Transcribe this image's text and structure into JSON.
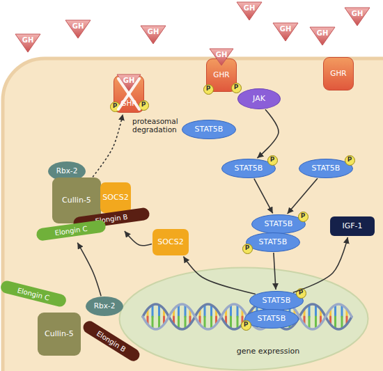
{
  "diagram": {
    "nodes": [
      {
        "text": [
          "GH"
        ]
      },
      {
        "text": [
          "GH"
        ]
      },
      {
        "text": [
          "GH"
        ]
      },
      {
        "text": [
          "GH"
        ]
      },
      {
        "text": [
          "GH"
        ]
      },
      {
        "text": [
          "GH"
        ]
      },
      {
        "text": [
          "GH"
        ]
      },
      {
        "text": [
          "GHR"
        ]
      },
      {
        "text": [
          "GH"
        ]
      },
      {
        "text": [
          "P"
        ]
      },
      {
        "text": [
          "P"
        ]
      },
      {
        "text": [
          "GHR"
        ]
      },
      {
        "text": [
          "GH"
        ]
      },
      {
        "text": [
          "P"
        ]
      },
      {
        "text": [
          "P"
        ]
      },
      {
        "text": [
          "GHR"
        ]
      },
      {
        "text": [
          "JAK"
        ]
      },
      {
        "text": [
          "STAT5B"
        ]
      },
      {
        "text": [
          "STAT5B"
        ]
      },
      {
        "text": [
          "P"
        ]
      },
      {
        "text": [
          "STAT5B"
        ]
      },
      {
        "text": [
          "P"
        ]
      },
      {
        "text": [
          "STAT5B"
        ]
      },
      {
        "text": [
          "P"
        ]
      },
      {
        "text": [
          "STAT5B"
        ]
      },
      {
        "text": [
          "P"
        ]
      },
      {
        "text": [
          "IGF-1"
        ]
      },
      {
        "text": [
          "Rbx-2"
        ]
      },
      {
        "text": [
          "Cullin-5"
        ]
      },
      {
        "text": [
          "SOCS2"
        ]
      },
      {
        "text": [
          "Elongin B"
        ]
      },
      {
        "text": [
          "Elongin C"
        ]
      },
      {
        "text": [
          "SOCS2"
        ]
      },
      {
        "text": [
          "gene expression"
        ]
      },
      {
        "text": [
          "STAT5B"
        ],
        "in": 33
      },
      {
        "text": [
          "P"
        ],
        "in": 33
      },
      {
        "text": [
          "STAT5B"
        ],
        "in": 33
      },
      {
        "text": [
          "P"
        ],
        "in": 33
      },
      {
        "text": [
          "Elongin C"
        ]
      },
      {
        "text": [
          "Rbx-2"
        ]
      },
      {
        "text": [
          "Cullin-5"
        ]
      },
      {
        "text": [
          "Elongin B"
        ]
      }
    ],
    "edges": [
      {
        "from": 16,
        "to": 18,
        "arrow": "to"
      },
      {
        "from": 18,
        "to": 22,
        "arrow": "to"
      },
      {
        "from": 20,
        "to": 22,
        "arrow": "to"
      },
      {
        "from": 24,
        "to": 34,
        "arrow": "to"
      },
      {
        "from": 34,
        "to": 26,
        "arrow": "to"
      },
      {
        "from": 34,
        "to": 32,
        "arrow": "to"
      },
      {
        "from": 32,
        "to": 30,
        "arrow": "to"
      },
      {
        "from": 39,
        "to": 31,
        "arrow": "to"
      },
      {
        "from": 28,
        "to": 7,
        "arrow": "to",
        "label": "proteasomal degradation"
      }
    ]
  }
}
